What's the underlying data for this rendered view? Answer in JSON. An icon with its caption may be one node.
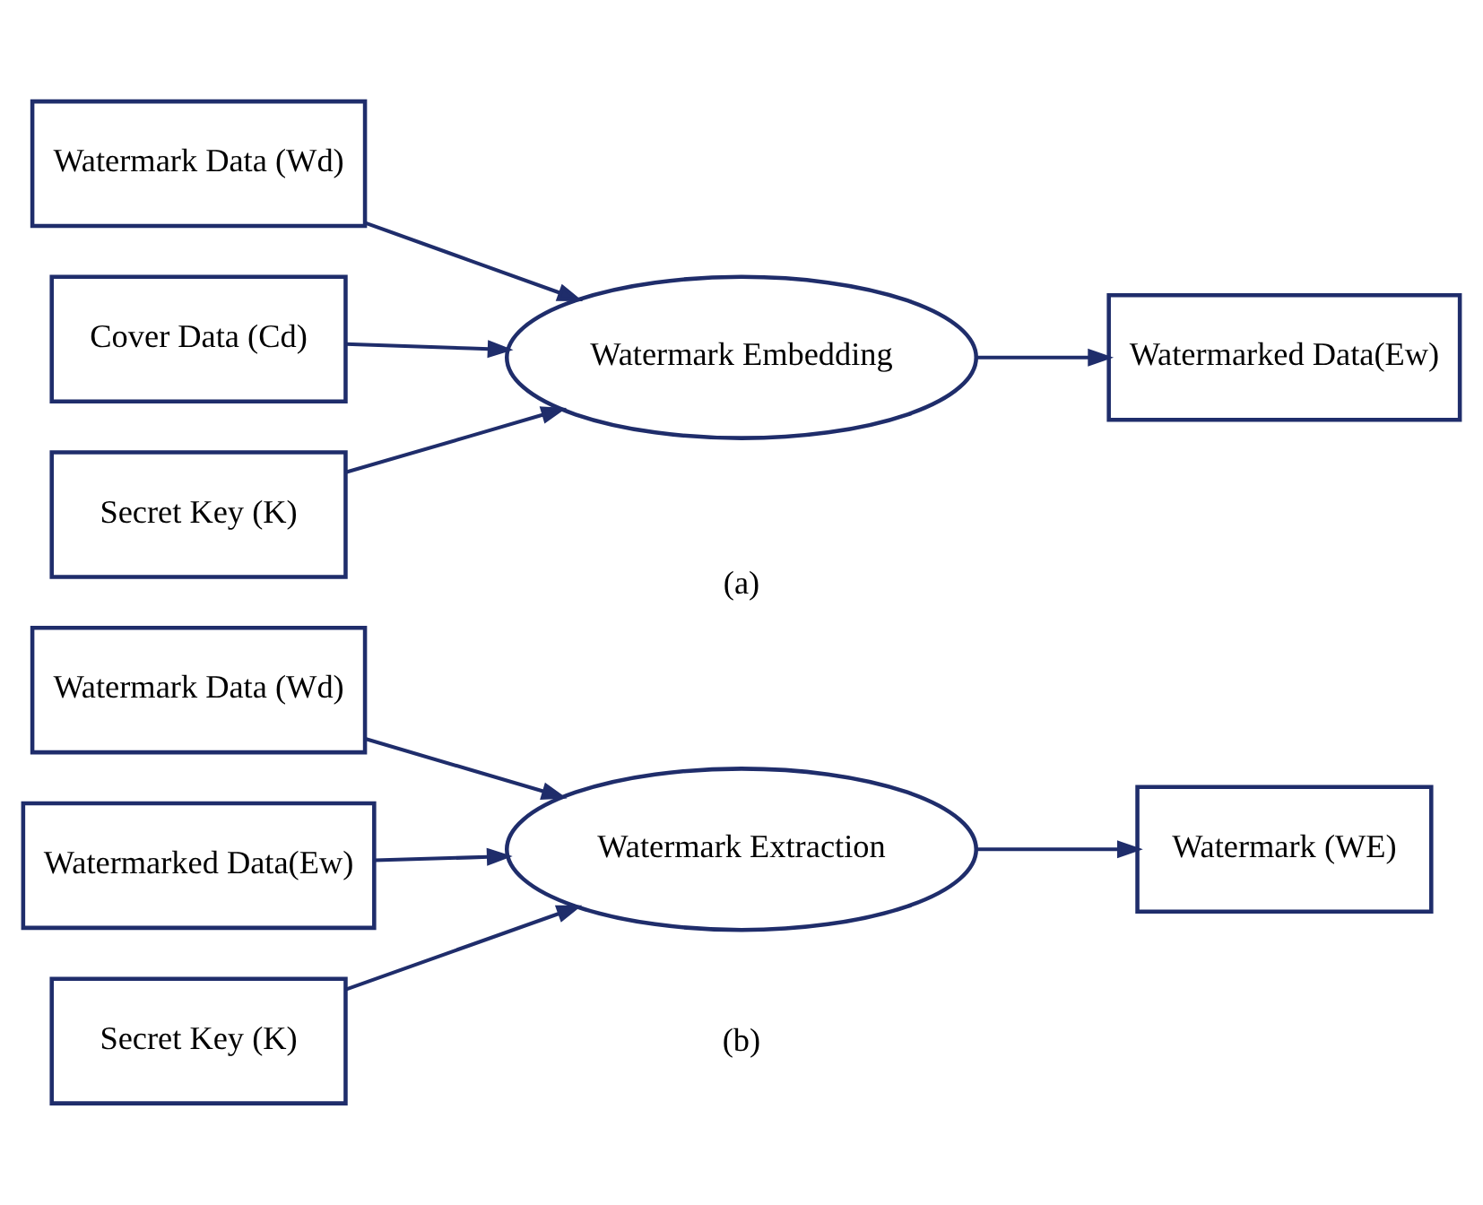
{
  "diagram": {
    "nodes": [
      {
        "text": [
          "Watermark Data (Wd)"
        ]
      },
      {
        "text": [
          "Cover Data (Cd)"
        ]
      },
      {
        "text": [
          "Secret Key (K)"
        ]
      },
      {
        "text": [
          "Watermark Embedding"
        ]
      },
      {
        "text": [
          "Watermarked Data(Ew)"
        ]
      },
      {
        "text": [
          "Watermark Data (Wd)"
        ]
      },
      {
        "text": [
          "Watermarked Data(Ew)"
        ]
      },
      {
        "text": [
          "Secret Key (K)"
        ]
      },
      {
        "text": [
          "Watermark Extraction"
        ]
      },
      {
        "text": [
          "Watermark (WE)"
        ]
      }
    ],
    "edges": [
      {
        "from": 0,
        "to": 3,
        "arrow": "to"
      },
      {
        "from": 1,
        "to": 3,
        "arrow": "to"
      },
      {
        "from": 2,
        "to": 3,
        "arrow": "to"
      },
      {
        "from": 3,
        "to": 4,
        "arrow": "to"
      },
      {
        "from": 5,
        "to": 8,
        "arrow": "to"
      },
      {
        "from": 6,
        "to": 8,
        "arrow": "to"
      },
      {
        "from": 7,
        "to": 8,
        "arrow": "to"
      },
      {
        "from": 8,
        "to": 9,
        "arrow": "to"
      }
    ],
    "labels": [
      "(a)",
      "(b)"
    ]
  }
}
